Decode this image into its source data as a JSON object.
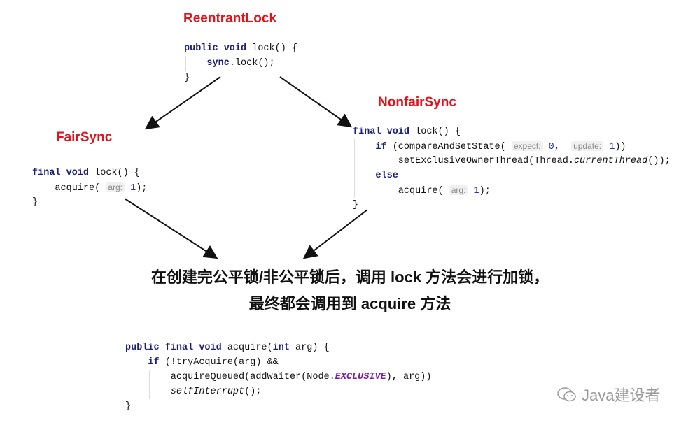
{
  "titles": {
    "reentrant": "ReentrantLock",
    "fair": "FairSync",
    "nonfair": "NonfairSync"
  },
  "code": {
    "reentrant": [
      [
        {
          "t": "kw",
          "v": "public void "
        },
        {
          "t": "p",
          "v": "lock() {"
        }
      ],
      [
        {
          "t": "p",
          "v": "    "
        },
        {
          "t": "kw",
          "v": "sync"
        },
        {
          "t": "p",
          "v": ".lock();"
        }
      ],
      [
        {
          "t": "p",
          "v": "}"
        }
      ]
    ],
    "fair": [
      [
        {
          "t": "kw",
          "v": "final void "
        },
        {
          "t": "p",
          "v": "lock() {"
        }
      ],
      [
        {
          "t": "p",
          "v": "    acquire( "
        },
        {
          "t": "hint",
          "v": "arg:"
        },
        {
          "t": "num",
          "v": " 1"
        },
        {
          "t": "p",
          "v": ");"
        }
      ],
      [
        {
          "t": "p",
          "v": "}"
        }
      ]
    ],
    "nonfair": [
      [
        {
          "t": "kw",
          "v": "final void "
        },
        {
          "t": "p",
          "v": "lock() {"
        }
      ],
      [
        {
          "t": "p",
          "v": "    "
        },
        {
          "t": "kw",
          "v": "if"
        },
        {
          "t": "p",
          "v": " (compareAndSetState( "
        },
        {
          "t": "hint",
          "v": "expect:"
        },
        {
          "t": "num",
          "v": " 0"
        },
        {
          "t": "p",
          "v": ",  "
        },
        {
          "t": "hint",
          "v": "update:"
        },
        {
          "t": "num",
          "v": " 1"
        },
        {
          "t": "p",
          "v": "))"
        }
      ],
      [
        {
          "t": "p",
          "v": "        setExclusiveOwnerThread(Thread."
        },
        {
          "t": "it",
          "v": "currentThread"
        },
        {
          "t": "p",
          "v": "());"
        }
      ],
      [
        {
          "t": "p",
          "v": "    "
        },
        {
          "t": "kw",
          "v": "else"
        }
      ],
      [
        {
          "t": "p",
          "v": "        acquire( "
        },
        {
          "t": "hint",
          "v": "arg:"
        },
        {
          "t": "num",
          "v": " 1"
        },
        {
          "t": "p",
          "v": ");"
        }
      ],
      [
        {
          "t": "p",
          "v": "}"
        }
      ]
    ],
    "acquire": [
      [
        {
          "t": "kw",
          "v": "public final void "
        },
        {
          "t": "p",
          "v": "acquire("
        },
        {
          "t": "kw",
          "v": "int"
        },
        {
          "t": "p",
          "v": " arg) {"
        }
      ],
      [
        {
          "t": "p",
          "v": "    "
        },
        {
          "t": "kw",
          "v": "if"
        },
        {
          "t": "p",
          "v": " (!tryAcquire(arg) &&"
        }
      ],
      [
        {
          "t": "p",
          "v": "        acquireQueued(addWaiter(Node."
        },
        {
          "t": "const",
          "v": "EXCLUSIVE"
        },
        {
          "t": "p",
          "v": "), arg))"
        }
      ],
      [
        {
          "t": "p",
          "v": "        "
        },
        {
          "t": "it",
          "v": "selfInterrupt"
        },
        {
          "t": "p",
          "v": "();"
        }
      ],
      [
        {
          "t": "p",
          "v": "}"
        }
      ]
    ]
  },
  "caption": {
    "line1": "在创建完公平锁/非公平锁后，调用 lock 方法会进行加锁，",
    "line2": "最终都会调用到 acquire 方法"
  },
  "watermark": {
    "text": "Java建设者",
    "icon": "wechat-icon"
  },
  "colors": {
    "title": "#e0121b",
    "keyword": "#1b1f7a",
    "number": "#2330c8",
    "constant": "#7a1ea0"
  }
}
